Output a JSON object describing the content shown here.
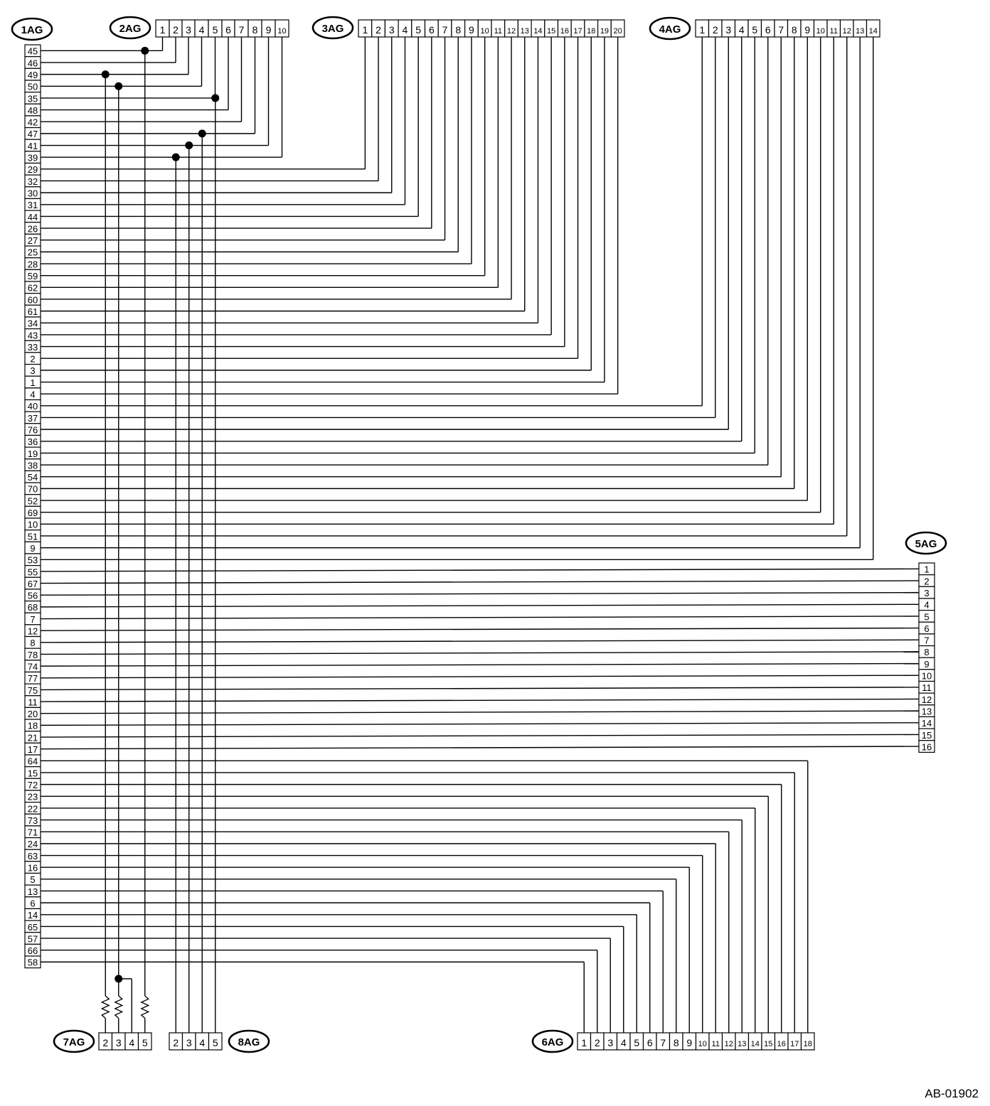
{
  "figure_id": "AB-01902",
  "connectors": {
    "c1": {
      "label": "1AG",
      "pins": [
        "45",
        "46",
        "49",
        "50",
        "35",
        "48",
        "42",
        "47",
        "41",
        "39",
        "29",
        "32",
        "30",
        "31",
        "44",
        "26",
        "27",
        "25",
        "28",
        "59",
        "62",
        "60",
        "61",
        "34",
        "43",
        "33",
        "2",
        "3",
        "1",
        "4",
        "40",
        "37",
        "76",
        "36",
        "19",
        "38",
        "54",
        "70",
        "52",
        "69",
        "10",
        "51",
        "9",
        "53",
        "55",
        "67",
        "56",
        "68",
        "7",
        "12",
        "8",
        "78",
        "74",
        "77",
        "75",
        "11",
        "20",
        "18",
        "21",
        "17",
        "64",
        "15",
        "72",
        "23",
        "22",
        "73",
        "71",
        "24",
        "63",
        "16",
        "5",
        "13",
        "6",
        "14",
        "65",
        "57",
        "66",
        "58"
      ]
    },
    "c2": {
      "label": "2AG",
      "pins": [
        "1",
        "2",
        "3",
        "4",
        "5",
        "6",
        "7",
        "8",
        "9",
        "10"
      ]
    },
    "c3": {
      "label": "3AG",
      "pins": [
        "1",
        "2",
        "3",
        "4",
        "5",
        "6",
        "7",
        "8",
        "9",
        "10",
        "11",
        "12",
        "13",
        "14",
        "15",
        "16",
        "17",
        "18",
        "19",
        "20"
      ]
    },
    "c4": {
      "label": "4AG",
      "pins": [
        "1",
        "2",
        "3",
        "4",
        "5",
        "6",
        "7",
        "8",
        "9",
        "10",
        "11",
        "12",
        "13",
        "14"
      ]
    },
    "c5": {
      "label": "5AG",
      "pins": [
        "1",
        "2",
        "3",
        "4",
        "5",
        "6",
        "7",
        "8",
        "9",
        "10",
        "11",
        "12",
        "13",
        "14",
        "15",
        "16"
      ]
    },
    "c6": {
      "label": "6AG",
      "pins": [
        "1",
        "2",
        "3",
        "4",
        "5",
        "6",
        "7",
        "8",
        "9",
        "10",
        "11",
        "12",
        "13",
        "14",
        "15",
        "16",
        "17",
        "18"
      ]
    },
    "c7": {
      "label": "7AG",
      "pins": [
        "2",
        "3",
        "4",
        "5"
      ]
    },
    "c8": {
      "label": "8AG",
      "pins": [
        "2",
        "3",
        "4",
        "5"
      ]
    }
  },
  "wires": {
    "to_2AG": [
      {
        "from": "45",
        "to": "1"
      },
      {
        "from": "46",
        "to": "2"
      },
      {
        "from": "49",
        "to": "3"
      },
      {
        "from": "50",
        "to": "4"
      },
      {
        "from": "35",
        "to": "5"
      },
      {
        "from": "48",
        "to": "6"
      },
      {
        "from": "42",
        "to": "7"
      },
      {
        "from": "47",
        "to": "8"
      },
      {
        "from": "41",
        "to": "9"
      },
      {
        "from": "39",
        "to": "10"
      }
    ],
    "to_3AG": [
      {
        "from": "29",
        "to": "1"
      },
      {
        "from": "32",
        "to": "2"
      },
      {
        "from": "30",
        "to": "3"
      },
      {
        "from": "31",
        "to": "4"
      },
      {
        "from": "44",
        "to": "5"
      },
      {
        "from": "26",
        "to": "6"
      },
      {
        "from": "27",
        "to": "7"
      },
      {
        "from": "25",
        "to": "8"
      },
      {
        "from": "28",
        "to": "9"
      },
      {
        "from": "59",
        "to": "10"
      },
      {
        "from": "62",
        "to": "11"
      },
      {
        "from": "60",
        "to": "12"
      },
      {
        "from": "61",
        "to": "13"
      },
      {
        "from": "34",
        "to": "14"
      },
      {
        "from": "43",
        "to": "15"
      },
      {
        "from": "33",
        "to": "16"
      },
      {
        "from": "2",
        "to": "17"
      },
      {
        "from": "3",
        "to": "18"
      },
      {
        "from": "1",
        "to": "19"
      },
      {
        "from": "4",
        "to": "20"
      }
    ],
    "to_4AG": [
      {
        "from": "40",
        "to": "1"
      },
      {
        "from": "37",
        "to": "2"
      },
      {
        "from": "76",
        "to": "3"
      },
      {
        "from": "36",
        "to": "4"
      },
      {
        "from": "19",
        "to": "5"
      },
      {
        "from": "38",
        "to": "6"
      },
      {
        "from": "54",
        "to": "7"
      },
      {
        "from": "70",
        "to": "8"
      },
      {
        "from": "52",
        "to": "9"
      },
      {
        "from": "69",
        "to": "10"
      },
      {
        "from": "10",
        "to": "11"
      },
      {
        "from": "51",
        "to": "12"
      },
      {
        "from": "9",
        "to": "13"
      },
      {
        "from": "53",
        "to": "14"
      }
    ],
    "to_5AG": [
      {
        "from": "55",
        "to": "1"
      },
      {
        "from": "67",
        "to": "2"
      },
      {
        "from": "56",
        "to": "3"
      },
      {
        "from": "68",
        "to": "4"
      },
      {
        "from": "7",
        "to": "5"
      },
      {
        "from": "12",
        "to": "6"
      },
      {
        "from": "8",
        "to": "7"
      },
      {
        "from": "78",
        "to": "8"
      },
      {
        "from": "74",
        "to": "9"
      },
      {
        "from": "77",
        "to": "10"
      },
      {
        "from": "75",
        "to": "11"
      },
      {
        "from": "11",
        "to": "12"
      },
      {
        "from": "20",
        "to": "13"
      },
      {
        "from": "18",
        "to": "14"
      },
      {
        "from": "21",
        "to": "15"
      },
      {
        "from": "17",
        "to": "16"
      }
    ],
    "to_6AG": [
      {
        "from": "64",
        "to": "18"
      },
      {
        "from": "15",
        "to": "17"
      },
      {
        "from": "72",
        "to": "16"
      },
      {
        "from": "23",
        "to": "15"
      },
      {
        "from": "22",
        "to": "14"
      },
      {
        "from": "73",
        "to": "13"
      },
      {
        "from": "71",
        "to": "12"
      },
      {
        "from": "24",
        "to": "11"
      },
      {
        "from": "63",
        "to": "10"
      },
      {
        "from": "16",
        "to": "9"
      },
      {
        "from": "5",
        "to": "8"
      },
      {
        "from": "13",
        "to": "7"
      },
      {
        "from": "6",
        "to": "6"
      },
      {
        "from": "14",
        "to": "5"
      },
      {
        "from": "65",
        "to": "4"
      },
      {
        "from": "57",
        "to": "3"
      },
      {
        "from": "66",
        "to": "2"
      },
      {
        "from": "58",
        "to": "1"
      }
    ],
    "to_7AG": [
      {
        "from_2AG": "3",
        "to": "2",
        "resistor": true
      },
      {
        "from_2AG": "4",
        "to": "3",
        "resistor": true
      },
      {
        "from_splice": "7AG-3",
        "to": "4"
      },
      {
        "from_2AG": "1",
        "to": "5",
        "resistor": true
      }
    ],
    "to_8AG": [
      {
        "from_2AG": "10",
        "to": "2"
      },
      {
        "from_2AG": "9",
        "to": "3"
      },
      {
        "from_2AG": "8",
        "to": "4"
      },
      {
        "from_2AG": "5",
        "to": "5"
      }
    ]
  }
}
